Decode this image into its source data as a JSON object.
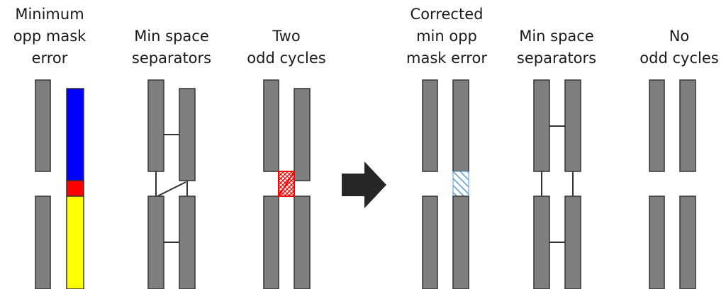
{
  "colors": {
    "bar_fill": "#7f7f7f",
    "bar_stroke": "#333333",
    "blue": "#0000ff",
    "red": "#ff0000",
    "yellow": "#ffff00",
    "light_blue": "#5b9bd5",
    "arrow": "#262626",
    "connector": "#333333"
  },
  "panels": [
    {
      "id": "p1",
      "caption": [
        "Minimum",
        "opp mask",
        "error"
      ]
    },
    {
      "id": "p2",
      "caption": [
        "Min space",
        "separators"
      ]
    },
    {
      "id": "p3",
      "caption": [
        "Two",
        "odd cycles"
      ]
    },
    {
      "id": "p4",
      "caption": [
        "Corrected",
        "min opp",
        "mask error"
      ]
    },
    {
      "id": "p5",
      "caption": [
        "Min space",
        "separators"
      ]
    },
    {
      "id": "p6",
      "caption": [
        "No",
        "odd cycles"
      ]
    }
  ],
  "arrow": {
    "icon": "right-arrow-icon"
  }
}
